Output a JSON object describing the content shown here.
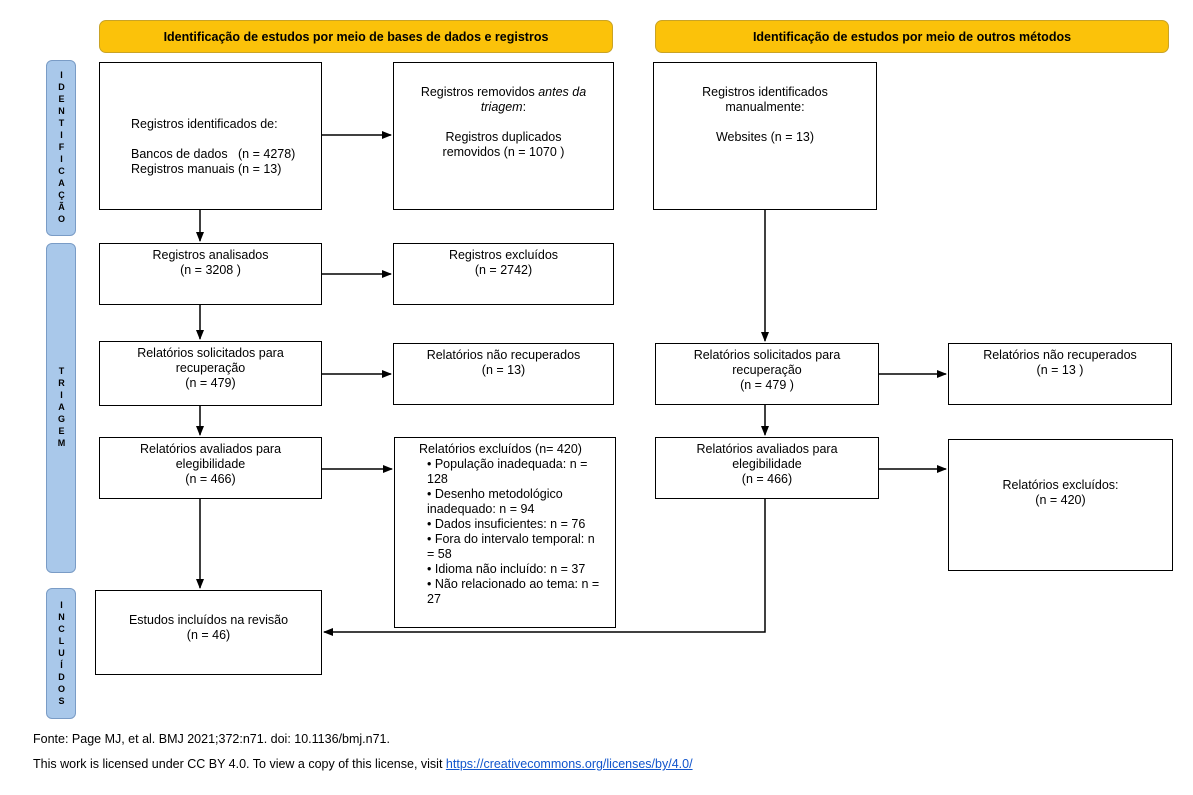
{
  "headers": {
    "databases": "Identificação de estudos por meio de bases de dados e registros",
    "other": "Identificação de estudos por meio de outros métodos"
  },
  "stages": {
    "identification": "IDENTIFICAÇÃO",
    "screening": "TRIAGEM",
    "included": "INCLUÍDOS"
  },
  "left": {
    "identified": {
      "title": "Registros identificados de:",
      "line1": "Bancos de dados   (n = 4278)",
      "line2": "Registros manuais (n = 13)"
    },
    "removed": {
      "prefix": "Registros removidos ",
      "emph": "antes da triagem",
      "suffix": ":",
      "line1": "Registros duplicados",
      "line2": "removidos  (n = 1070 )"
    },
    "screened": {
      "title": "Registros analisados",
      "n": "(n = 3208 )"
    },
    "excluded": {
      "title": "Registros excluídos",
      "n": "(n = 2742)"
    },
    "sought": {
      "title": "Relatórios solicitados para recuperação",
      "n": "(n = 479)"
    },
    "not_retrieved": {
      "title": "Relatórios não recuperados",
      "n": "(n = 13)"
    },
    "assessed": {
      "title": "Relatórios avaliados para elegibilidade",
      "n": "(n = 466)"
    },
    "reports_excluded": {
      "title": "Relatórios excluídos (n= 420)",
      "reasons": [
        "• População inadequada: n = 128",
        "• Desenho metodológico inadequado: n = 94",
        "• Dados insuficientes: n = 76",
        "• Fora do intervalo temporal: n = 58",
        "• Idioma não incluído: n = 37",
        "• Não relacionado ao tema: n = 27"
      ]
    },
    "included": {
      "title": "Estudos incluídos na revisão",
      "n": "(n = 46)"
    }
  },
  "right": {
    "identified": {
      "title": "Registros identificados manualmente:",
      "line1": "Websites (n = 13)"
    },
    "sought": {
      "title": "Relatórios solicitados para recuperação",
      "n": "(n = 479 )"
    },
    "not_retrieved": {
      "title": "Relatórios não recuperados",
      "n": "(n = 13 )"
    },
    "assessed": {
      "title": "Relatórios avaliados para elegibilidade",
      "n": "(n = 466)"
    },
    "excluded": {
      "title": "Relatórios excluídos:",
      "n": "(n = 420)"
    }
  },
  "footer": {
    "source": "Fonte: Page MJ, et al. BMJ 2021;372:n71. doi: 10.1136/bmj.n71.",
    "license_text": "This work is licensed under CC BY 4.0. To view a copy of this license, visit ",
    "license_link": "https://creativecommons.org/licenses/by/4.0/"
  }
}
